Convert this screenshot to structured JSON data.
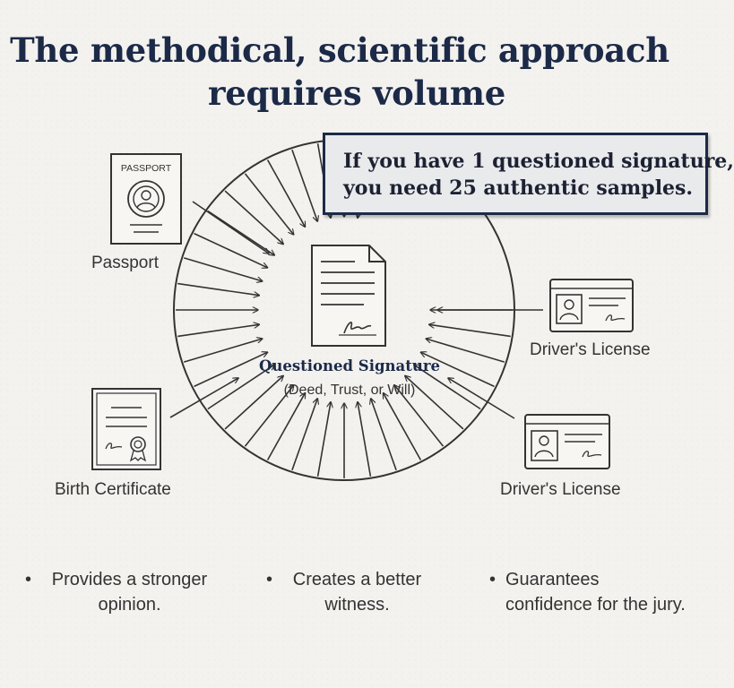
{
  "title": {
    "line1": "The methodical, scientific approach",
    "line2": "requires volume"
  },
  "callout": {
    "line1": "If you have 1 questioned signature,",
    "line2": "you need 25 authentic samples."
  },
  "center": {
    "title": "Questioned Signature",
    "subtitle": "(Deed, Trust, or Will)"
  },
  "documents": {
    "passport": {
      "header": "PASSPORT",
      "label": "Passport"
    },
    "license_top": {
      "label": "Driver's License"
    },
    "license_bottom": {
      "label": "Driver's License"
    },
    "birth_certificate": {
      "label": "Birth Certificate"
    }
  },
  "bullets": [
    {
      "line1": "Provides a stronger",
      "line2": "opinion."
    },
    {
      "line1": "Creates a better",
      "line2": "witness."
    },
    {
      "line1": "Guarantees",
      "line2": "confidence for the jury."
    }
  ],
  "colors": {
    "navy": "#1c2a48",
    "ink": "#333333",
    "background": "#f3f2ef",
    "callout_fill": "#e9eaec"
  }
}
